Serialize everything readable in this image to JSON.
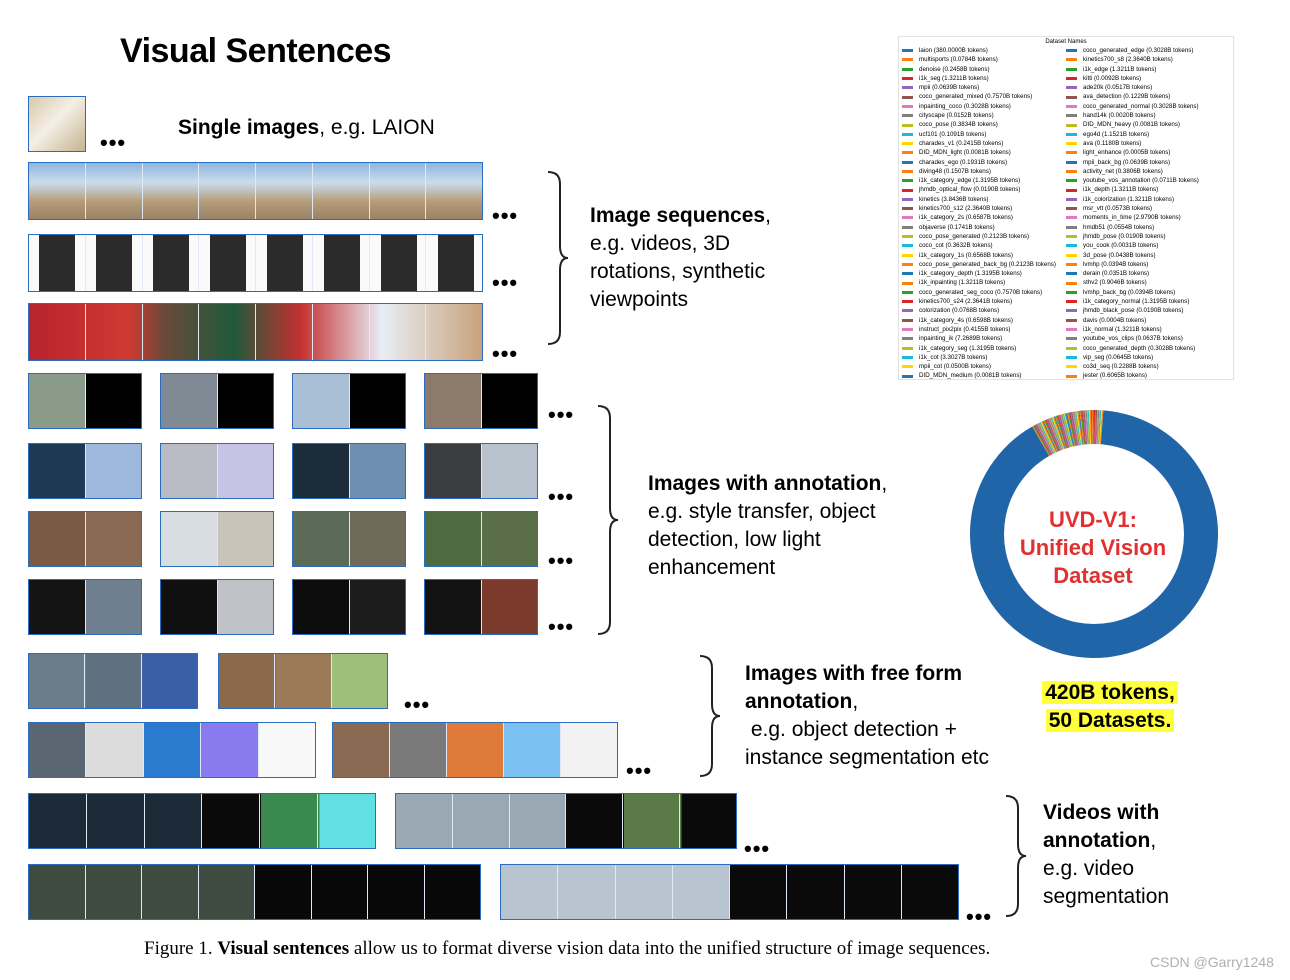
{
  "title": "Visual Sentences",
  "sections": {
    "single": {
      "bold": "Single images",
      "rest": ", e.g. LAION"
    },
    "sequences": {
      "bold": "Image sequences",
      "rest": ",",
      "lines": [
        "e.g. videos, 3D",
        "rotations, synthetic",
        "viewpoints"
      ]
    },
    "annotation": {
      "bold": "Images with annotation",
      "rest": ",",
      "lines": [
        "e.g. style transfer, object",
        "detection, low light",
        "enhancement"
      ]
    },
    "freeform": {
      "bold1": "Images with free form",
      "bold2": "annotation",
      "rest2": ",",
      "lines": [
        " e.g. object detection +",
        "instance segmentation etc"
      ]
    },
    "videos": {
      "bold1": "Videos with",
      "bold2": "annotation",
      "rest2": ",",
      "lines": [
        "e.g. video",
        "segmentation"
      ]
    }
  },
  "ellipsis": "•••",
  "legend": {
    "header": "Dataset Names",
    "left": [
      {
        "label": "laion (380.0000B tokens)",
        "color": "#1f77b4"
      },
      {
        "label": "multisports (0.0784B tokens)",
        "color": "#ff7f0e"
      },
      {
        "label": "denoise (0.2458B tokens)",
        "color": "#2ca02c"
      },
      {
        "label": "i1k_seg (1.3211B tokens)",
        "color": "#d62728"
      },
      {
        "label": "mpii (0.0639B tokens)",
        "color": "#9467bd"
      },
      {
        "label": "coco_generated_mixed (0.7570B tokens)",
        "color": "#8c564b"
      },
      {
        "label": "inpainting_coco (0.3028B tokens)",
        "color": "#e377c2"
      },
      {
        "label": "cityscape (0.0152B tokens)",
        "color": "#7f7f7f"
      },
      {
        "label": "coco_pose (0.3834B tokens)",
        "color": "#bcbd22"
      },
      {
        "label": "ucf101 (0.1091B tokens)",
        "color": "#17becf"
      },
      {
        "label": "charades_v1 (0.2415B tokens)",
        "color": "#ffd700"
      },
      {
        "label": "DID_MDN_light (0.0081B tokens)",
        "color": "#ff7f0e"
      },
      {
        "label": "charades_ego (0.1931B tokens)",
        "color": "#1f77b4"
      },
      {
        "label": "diving48 (0.1507B tokens)",
        "color": "#ff7f0e"
      },
      {
        "label": "i1k_category_edge (1.3195B tokens)",
        "color": "#2ca02c"
      },
      {
        "label": "jhmdb_optical_flow (0.0190B tokens)",
        "color": "#d62728"
      },
      {
        "label": "kinetics (3.8436B tokens)",
        "color": "#9467bd"
      },
      {
        "label": "kinetics700_s12 (2.3640B tokens)",
        "color": "#8c564b"
      },
      {
        "label": "i1k_category_2s (0.6587B tokens)",
        "color": "#e377c2"
      },
      {
        "label": "objaverse (0.1741B tokens)",
        "color": "#7f7f7f"
      },
      {
        "label": "coco_pose_generated (0.2123B tokens)",
        "color": "#bcbd22"
      },
      {
        "label": "coco_cot (0.3632B tokens)",
        "color": "#17becf"
      },
      {
        "label": "i1k_category_1s (0.6568B tokens)",
        "color": "#ffd700"
      },
      {
        "label": "coco_pose_generated_back_bg (0.2123B tokens)",
        "color": "#ff7f0e"
      },
      {
        "label": "i1k_category_depth (1.3195B tokens)",
        "color": "#1f77b4"
      },
      {
        "label": "i1k_inpainting (1.3211B tokens)",
        "color": "#ff7f0e"
      },
      {
        "label": "coco_generated_seg_coco (0.7570B tokens)",
        "color": "#2ca02c"
      },
      {
        "label": "kinetics700_s24 (2.3641B tokens)",
        "color": "#d62728"
      },
      {
        "label": "colorization (0.0768B tokens)",
        "color": "#9467bd"
      },
      {
        "label": "i1k_category_4s (0.6598B tokens)",
        "color": "#8c564b"
      },
      {
        "label": "instruct_pix2pix (0.4155B tokens)",
        "color": "#e377c2"
      },
      {
        "label": "inpainting_ik (7.2689B tokens)",
        "color": "#7f7f7f"
      },
      {
        "label": "i1k_category_seg (1.3195B tokens)",
        "color": "#bcbd22"
      },
      {
        "label": "i1k_cot (3.3027B tokens)",
        "color": "#17becf"
      },
      {
        "label": "mpii_cot (0.0500B tokens)",
        "color": "#ffd700"
      },
      {
        "label": "DID_MDN_medium (0.0081B tokens)",
        "color": "#1f77b4"
      }
    ],
    "right": [
      {
        "label": "coco_generated_edge (0.3028B tokens)",
        "color": "#1f77b4"
      },
      {
        "label": "kinetics700_s8 (2.3640B tokens)",
        "color": "#ff7f0e"
      },
      {
        "label": "i1k_edge (1.3211B tokens)",
        "color": "#2ca02c"
      },
      {
        "label": "kitti (0.0092B tokens)",
        "color": "#d62728"
      },
      {
        "label": "ade20k (0.0517B tokens)",
        "color": "#9467bd"
      },
      {
        "label": "ava_detection (0.1229B tokens)",
        "color": "#8c564b"
      },
      {
        "label": "coco_generated_normal (0.3028B tokens)",
        "color": "#e377c2"
      },
      {
        "label": "hand14k (0.0020B tokens)",
        "color": "#7f7f7f"
      },
      {
        "label": "DID_MDN_heavy (0.0081B tokens)",
        "color": "#bcbd22"
      },
      {
        "label": "ego4d (1.1521B tokens)",
        "color": "#17becf"
      },
      {
        "label": "ava (0.1180B tokens)",
        "color": "#ffd700"
      },
      {
        "label": "light_enhance (0.0005B tokens)",
        "color": "#ff7f0e"
      },
      {
        "label": "mpii_back_bg (0.0639B tokens)",
        "color": "#1f77b4"
      },
      {
        "label": "activity_net (0.3806B tokens)",
        "color": "#ff7f0e"
      },
      {
        "label": "youtube_vos_annotation (0.0711B tokens)",
        "color": "#2ca02c"
      },
      {
        "label": "i1k_depth (1.3211B tokens)",
        "color": "#d62728"
      },
      {
        "label": "i1k_colorization (1.3211B tokens)",
        "color": "#9467bd"
      },
      {
        "label": "msr_vtt (0.0573B tokens)",
        "color": "#8c564b"
      },
      {
        "label": "moments_in_time (2.9790B tokens)",
        "color": "#e377c2"
      },
      {
        "label": "hmdb51 (0.0554B tokens)",
        "color": "#7f7f7f"
      },
      {
        "label": "jhmdb_pose (0.0190B tokens)",
        "color": "#bcbd22"
      },
      {
        "label": "you_cook (0.0031B tokens)",
        "color": "#17becf"
      },
      {
        "label": "3d_pose (0.0438B tokens)",
        "color": "#ffd700"
      },
      {
        "label": "lvmhp (0.0394B tokens)",
        "color": "#ff7f0e"
      },
      {
        "label": "derain (0.0351B tokens)",
        "color": "#1f77b4"
      },
      {
        "label": "sthv2 (0.9046B tokens)",
        "color": "#ff7f0e"
      },
      {
        "label": "lvmhp_back_bg (0.0394B tokens)",
        "color": "#2ca02c"
      },
      {
        "label": "i1k_category_normal (1.3195B tokens)",
        "color": "#d62728"
      },
      {
        "label": "jhmdb_black_pose (0.0190B tokens)",
        "color": "#9467bd"
      },
      {
        "label": "davis (0.0004B tokens)",
        "color": "#8c564b"
      },
      {
        "label": "i1k_normal (1.3211B tokens)",
        "color": "#e377c2"
      },
      {
        "label": "youtube_vos_clips (0.0637B tokens)",
        "color": "#7f7f7f"
      },
      {
        "label": "coco_generated_depth (0.3028B tokens)",
        "color": "#bcbd22"
      },
      {
        "label": "vip_seg (0.0645B tokens)",
        "color": "#17becf"
      },
      {
        "label": "co3d_seq (0.2288B tokens)",
        "color": "#ffd700"
      },
      {
        "label": "jester (0.6065B tokens)",
        "color": "#ff7f0e"
      }
    ]
  },
  "donut": {
    "lines": [
      "UVD-V1:",
      "Unified Vision",
      "Dataset"
    ],
    "main_color": "#1f65a8",
    "main_fraction": 0.905
  },
  "tokens": {
    "line1": "420B tokens,",
    "line2": "50 Datasets."
  },
  "caption": {
    "prefix": "Figure 1. ",
    "bold": "Visual sentences",
    "rest": " allow us to format diverse vision data into the unified structure of image sequences."
  },
  "watermark": "CSDN @Garry1248"
}
